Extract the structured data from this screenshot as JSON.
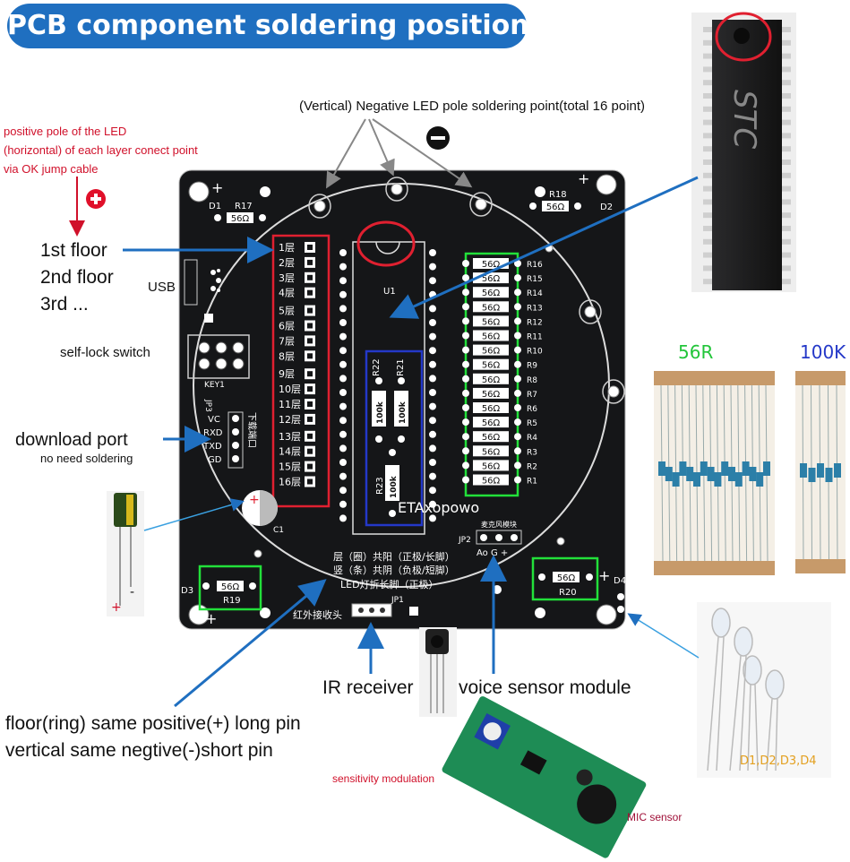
{
  "title": "PCB component soldering position",
  "annotations": {
    "vertical_negative": "(Vertical) Negative LED pole soldering point(total 16 point)",
    "positive_pole": [
      "positive pole of the LED",
      "(horizontal) of each layer conect point",
      "via OK jump cable"
    ],
    "floor_1": "1st floor",
    "floor_2": "2nd floor",
    "floor_3": "3rd ...",
    "usb": "USB",
    "self_lock": "self-lock switch",
    "download_port": "download port",
    "no_soldering": "no need soldering",
    "resistor_56r": "56R",
    "resistor_100k": "100K",
    "ir_receiver": "IR receiver",
    "voice_sensor": "voice sensor module",
    "floor_ring": "floor(ring) same positive(+) long pin",
    "vertical_same": "vertical same negtive(-)short pin",
    "sensitivity": "sensitivity modulation",
    "mic_sensor": "MIC sensor",
    "led_names": "D1,D2,D3,D4"
  },
  "pcb": {
    "layers": [
      "1层",
      "2层",
      "3层",
      "4层",
      "5层",
      "6层",
      "7层",
      "8层",
      "9层",
      "10层",
      "11层",
      "12层",
      "13层",
      "14层",
      "15层",
      "16层"
    ],
    "resistors_56": [
      "R16",
      "R15",
      "R14",
      "R13",
      "R12",
      "R11",
      "R10",
      "R9",
      "R8",
      "R7",
      "R6",
      "R5",
      "R4",
      "R3",
      "R2",
      "R1"
    ],
    "ohm_label": "56Ω",
    "k100": "100k",
    "r21": "R21",
    "r22": "R22",
    "r23": "R23",
    "u1": "U1",
    "r17": "R17",
    "r18": "R18",
    "r19": "R19",
    "r20": "R20",
    "d1": "D1",
    "d2": "D2",
    "d3": "D3",
    "d4": "D4",
    "key1": "KEY1",
    "jp1": "JP1",
    "jp2": "JP2",
    "jp3": "JP3",
    "c1": "C1",
    "vc": "VC",
    "rxd": "RXD",
    "txd": "TXD",
    "gd": "GD",
    "download_cn": "下载端口",
    "brand": "ETAxopowo",
    "mic_cn": "麦克风模块",
    "aogp": "Ao  G  +",
    "notes_cn": [
      "层（圈）共阳（正极/长脚）",
      "竖（条）共阴（负极/短脚）",
      "LED灯折长脚（正极）"
    ],
    "ir_cn": "红外接收头",
    "plus": "+",
    "minus": "-"
  },
  "chip_marking": "STC",
  "colors": {
    "title_bg": "#1f6fc0",
    "pcb": "#151618",
    "green_box": "#22e03a",
    "red_box": "#e02030",
    "blue_box": "#2438c8",
    "arrow": "#1f6fc0"
  }
}
